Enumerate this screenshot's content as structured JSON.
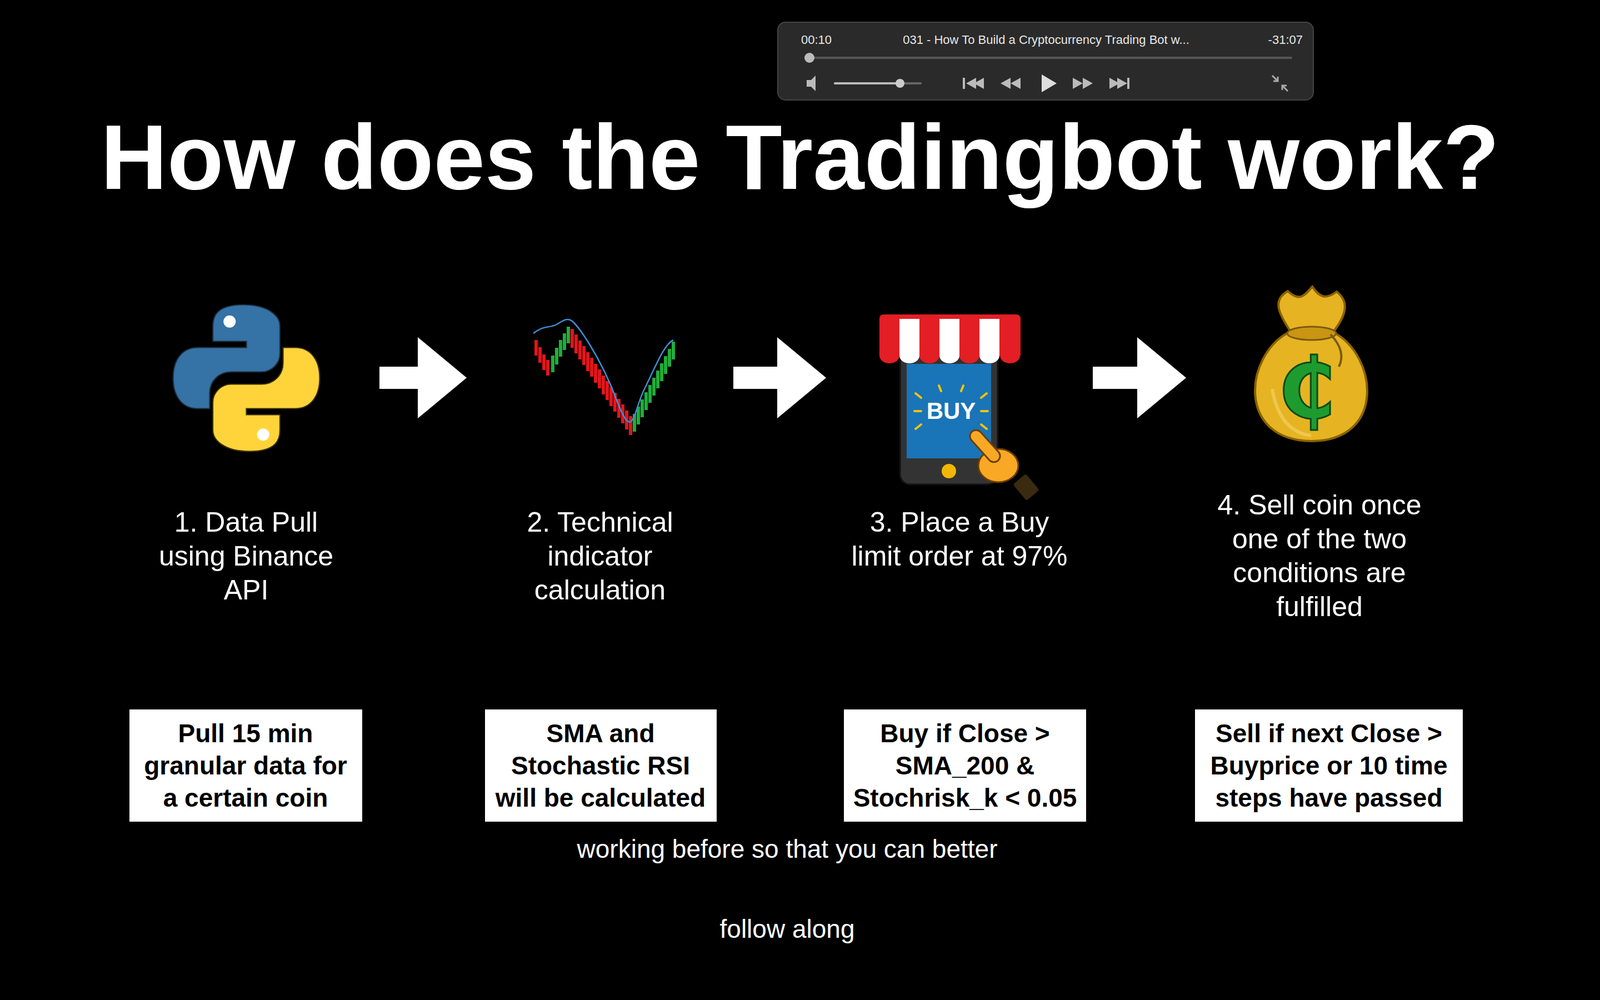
{
  "diagram": {
    "title": "How does the Tradingbot work?",
    "nodes": [
      {
        "text": [
          "1. Data Pull using Binance API"
        ]
      },
      {
        "text": [
          "2. Technical indicator calculation"
        ]
      },
      {
        "text": [
          "3. Place a Buy limit order at 97%"
        ]
      },
      {
        "text": [
          "4. Sell coin once one of the two conditions are fulfilled"
        ]
      },
      {
        "text": [
          "Pull 15 min granular data for a certain coin"
        ]
      },
      {
        "text": [
          "SMA and Stochastic RSI will be calculated"
        ]
      },
      {
        "text": [
          "Buy if Close > SMA_200 & Stochrisk_k < 0.05"
        ]
      },
      {
        "text": [
          "Sell if next Close > Buyprice or 10 time steps have passed"
        ]
      }
    ],
    "edges": [
      {
        "from": 0,
        "to": 1,
        "arrow": "to"
      },
      {
        "from": 1,
        "to": 2,
        "arrow": "to"
      },
      {
        "from": 2,
        "to": 3,
        "arrow": "to"
      }
    ],
    "labels": [
      "00:10",
      "031 - How To Build a Cryptocurrency Trading Bot w...",
      "-31:07",
      "BUY",
      "₵",
      "working before so that you can better",
      "follow along"
    ]
  }
}
